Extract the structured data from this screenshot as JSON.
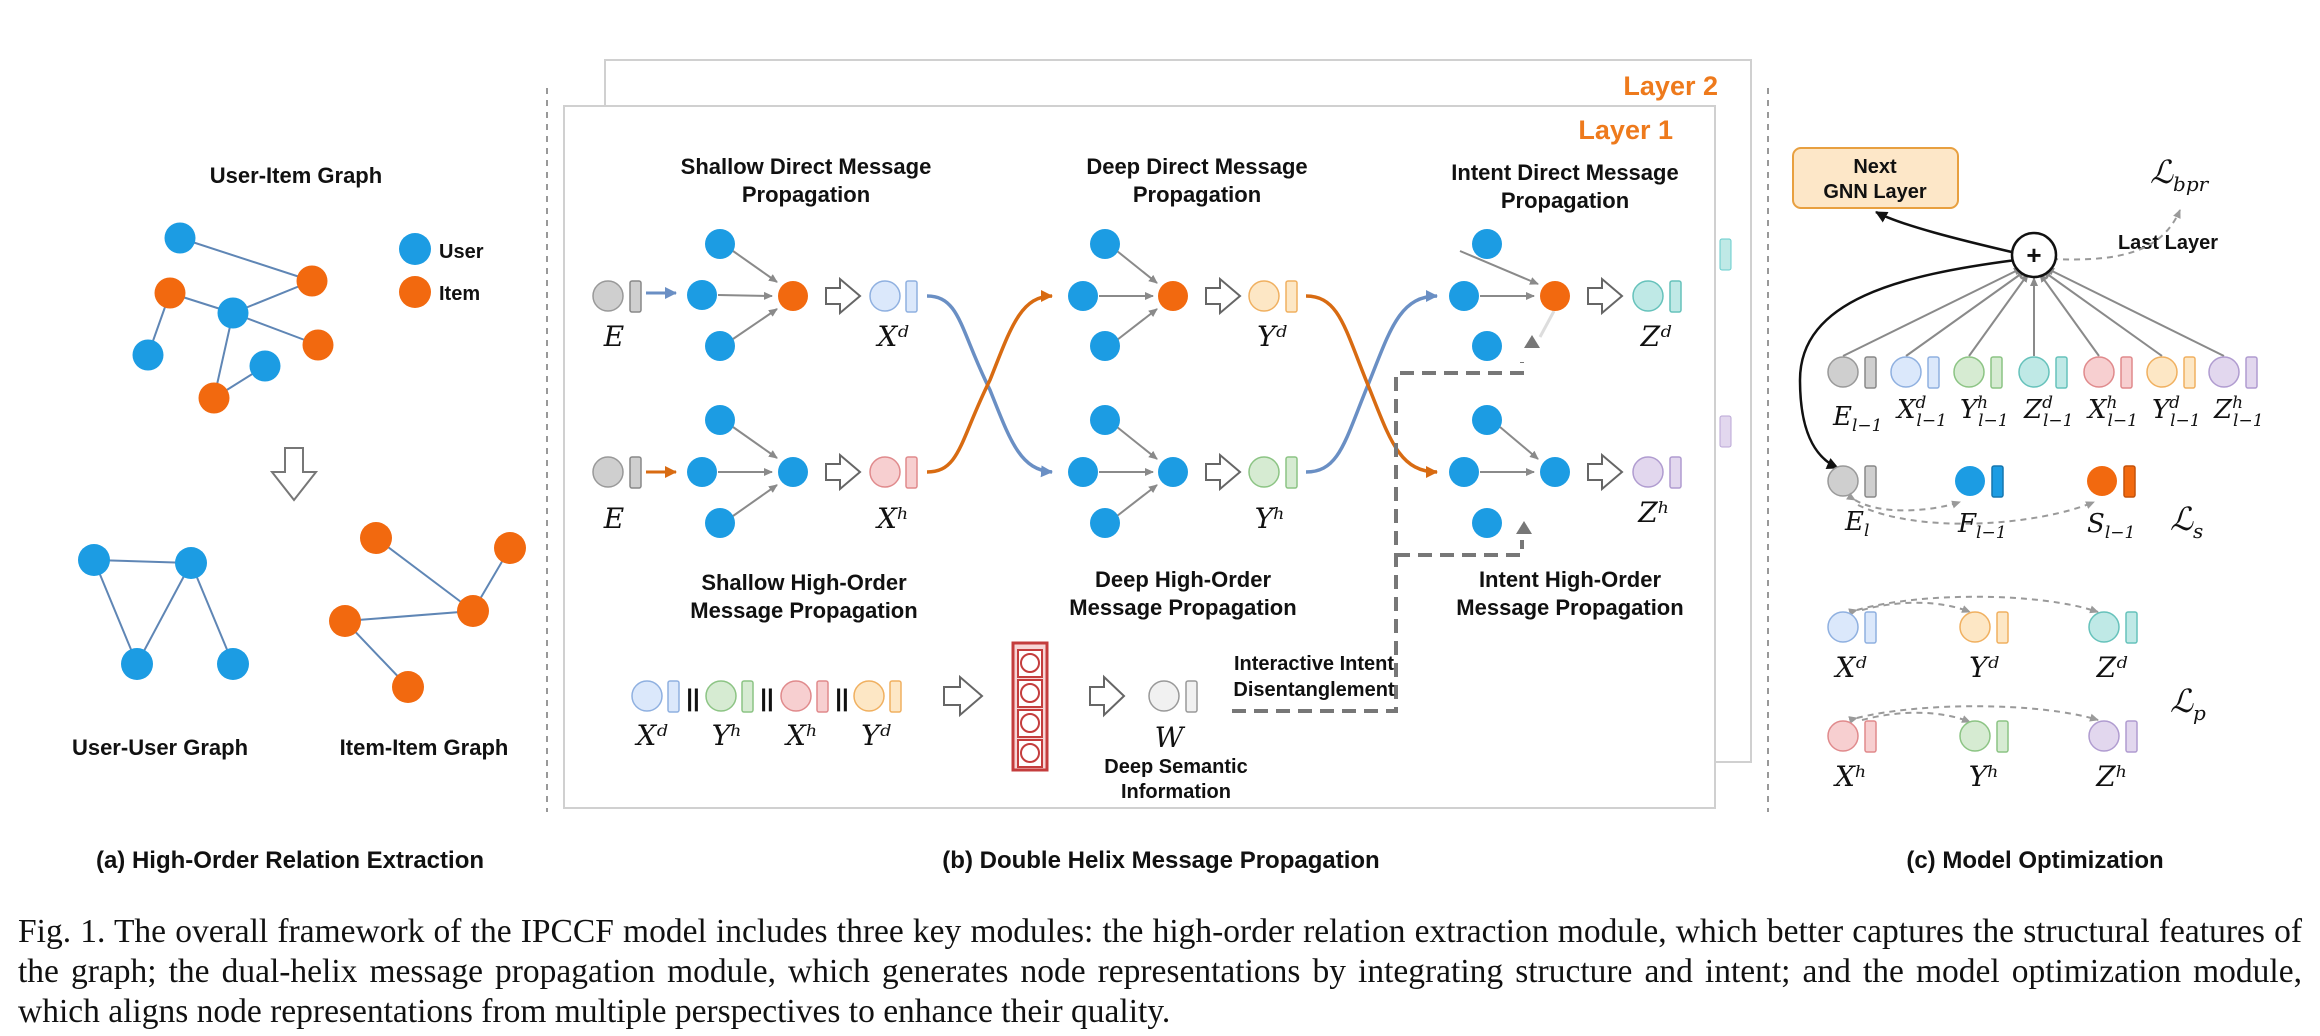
{
  "colors": {
    "user": "#1c9ce3",
    "item": "#f2690f",
    "edge_user_item": "#5f86b5",
    "arrow_blue": "#6a8fc4",
    "arrow_orange": "#d86b12",
    "layer_label": "#ee7a1c",
    "grey_node": "#cfcfcf",
    "xd": "#dbe8fb",
    "xh": "#f7cfd0",
    "yh": "#d6ebd2",
    "yd": "#fde7c5",
    "zd": "#bfe9e6",
    "zh": "#e2d7ee",
    "next_box": "#fde7c8",
    "wall_red": "#c43d3d"
  },
  "panel_a": {
    "graph_title": "User-Item Graph",
    "legend_user": "User",
    "legend_item": "Item",
    "uu_title": "User-User Graph",
    "ii_title": "Item-Item Graph",
    "caption": "(a) High-Order Relation Extraction"
  },
  "panel_b": {
    "layer2": "Layer 2",
    "layer1": "Layer 1",
    "shallow_direct": [
      "Shallow Direct Message",
      "Propagation"
    ],
    "deep_direct": [
      "Deep Direct Message",
      "Propagation"
    ],
    "intent_direct": [
      "Intent Direct Message",
      "Propagation"
    ],
    "shallow_high": [
      "Shallow High-Order",
      "Message Propagation"
    ],
    "deep_high": [
      "Deep High-Order",
      "Message Propagation"
    ],
    "intent_high": [
      "Intent High-Order",
      "Message Propagation"
    ],
    "interactive": [
      "Interactive Intent",
      "Disentanglement"
    ],
    "deep_semantic": [
      "Deep Semantic",
      "Information"
    ],
    "sym": {
      "E": "E",
      "Xd": "Xᵈ",
      "Xh": "Xʰ",
      "Yd": "Yᵈ",
      "Yh": "Yʰ",
      "Zd": "Zᵈ",
      "Zh": "Zʰ",
      "W": "W",
      "cat": "||"
    },
    "caption": "(b) Double Helix Message Propagation"
  },
  "panel_c": {
    "next_layer": [
      "Next",
      "GNN Layer"
    ],
    "last_layer": "Last  Layer",
    "l_bpr": "ℒ",
    "l_bpr_sub": "bpr",
    "l_s": "ℒ",
    "l_s_sub": "s",
    "l_p": "ℒ",
    "l_p_sub": "p",
    "row_labels": [
      {
        "b": "E",
        "sup": "",
        "sub": "l−1"
      },
      {
        "b": "X",
        "sup": "d",
        "sub": "l−1"
      },
      {
        "b": "Y",
        "sup": "h",
        "sub": "l−1"
      },
      {
        "b": "Z",
        "sup": "d",
        "sub": "l−1"
      },
      {
        "b": "X",
        "sup": "h",
        "sub": "l−1"
      },
      {
        "b": "Y",
        "sup": "d",
        "sub": "l−1"
      },
      {
        "b": "Z",
        "sup": "h",
        "sub": "l−1"
      }
    ],
    "el": {
      "b": "E",
      "sub": "l"
    },
    "fl": {
      "b": "F",
      "sub": "l−1"
    },
    "sl": {
      "b": "S",
      "sub": "l−1"
    },
    "caption": "(c) Model Optimization"
  },
  "caption_text": "Fig. 1.  The overall framework of the IPCCF model includes three key modules: the high-order relation extraction module, which better captures the structural features of the graph; the dual-helix message propagation module, which generates node representations by integrating structure and intent; and the model optimization module, which aligns node representations from multiple perspectives to enhance their quality."
}
